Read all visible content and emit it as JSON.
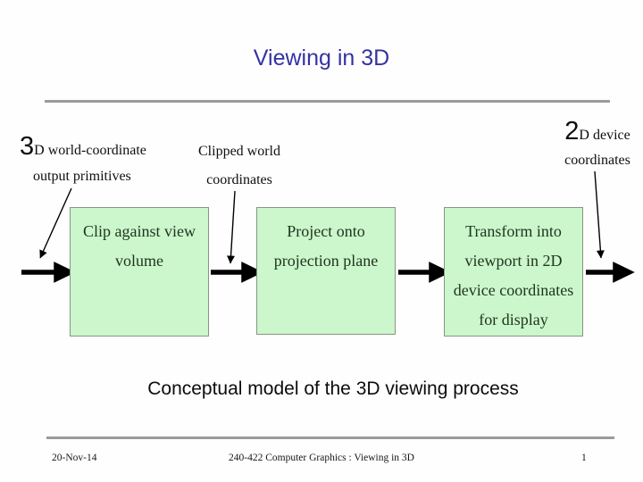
{
  "slide": {
    "title": "Viewing in 3D",
    "caption": "Conceptual model of the 3D viewing process"
  },
  "annotations": {
    "world": {
      "big": "3",
      "rest": "D world-coordinate",
      "line2": "output primitives"
    },
    "clipped": {
      "line1": "Clipped world",
      "line2": "coordinates"
    },
    "device": {
      "big": "2",
      "rest": "D device",
      "line2": "coordinates"
    }
  },
  "boxes": [
    {
      "lines": [
        "Clip against view",
        "volume"
      ]
    },
    {
      "lines": [
        "Project onto",
        "projection plane"
      ]
    },
    {
      "lines": [
        "Transform into",
        "viewport in 2D",
        "device coordinates",
        "for display"
      ]
    }
  ],
  "footer": {
    "date": "20-Nov-14",
    "course": "240-422 Computer Graphics : Viewing in 3D",
    "page": "1"
  },
  "colors": {
    "title": "#3333a3",
    "box_fill": "#ccf6cc",
    "box_border": "#879584",
    "box_text": "#1d351d",
    "rule": "#9b9b9b",
    "arrow": "#000000"
  }
}
